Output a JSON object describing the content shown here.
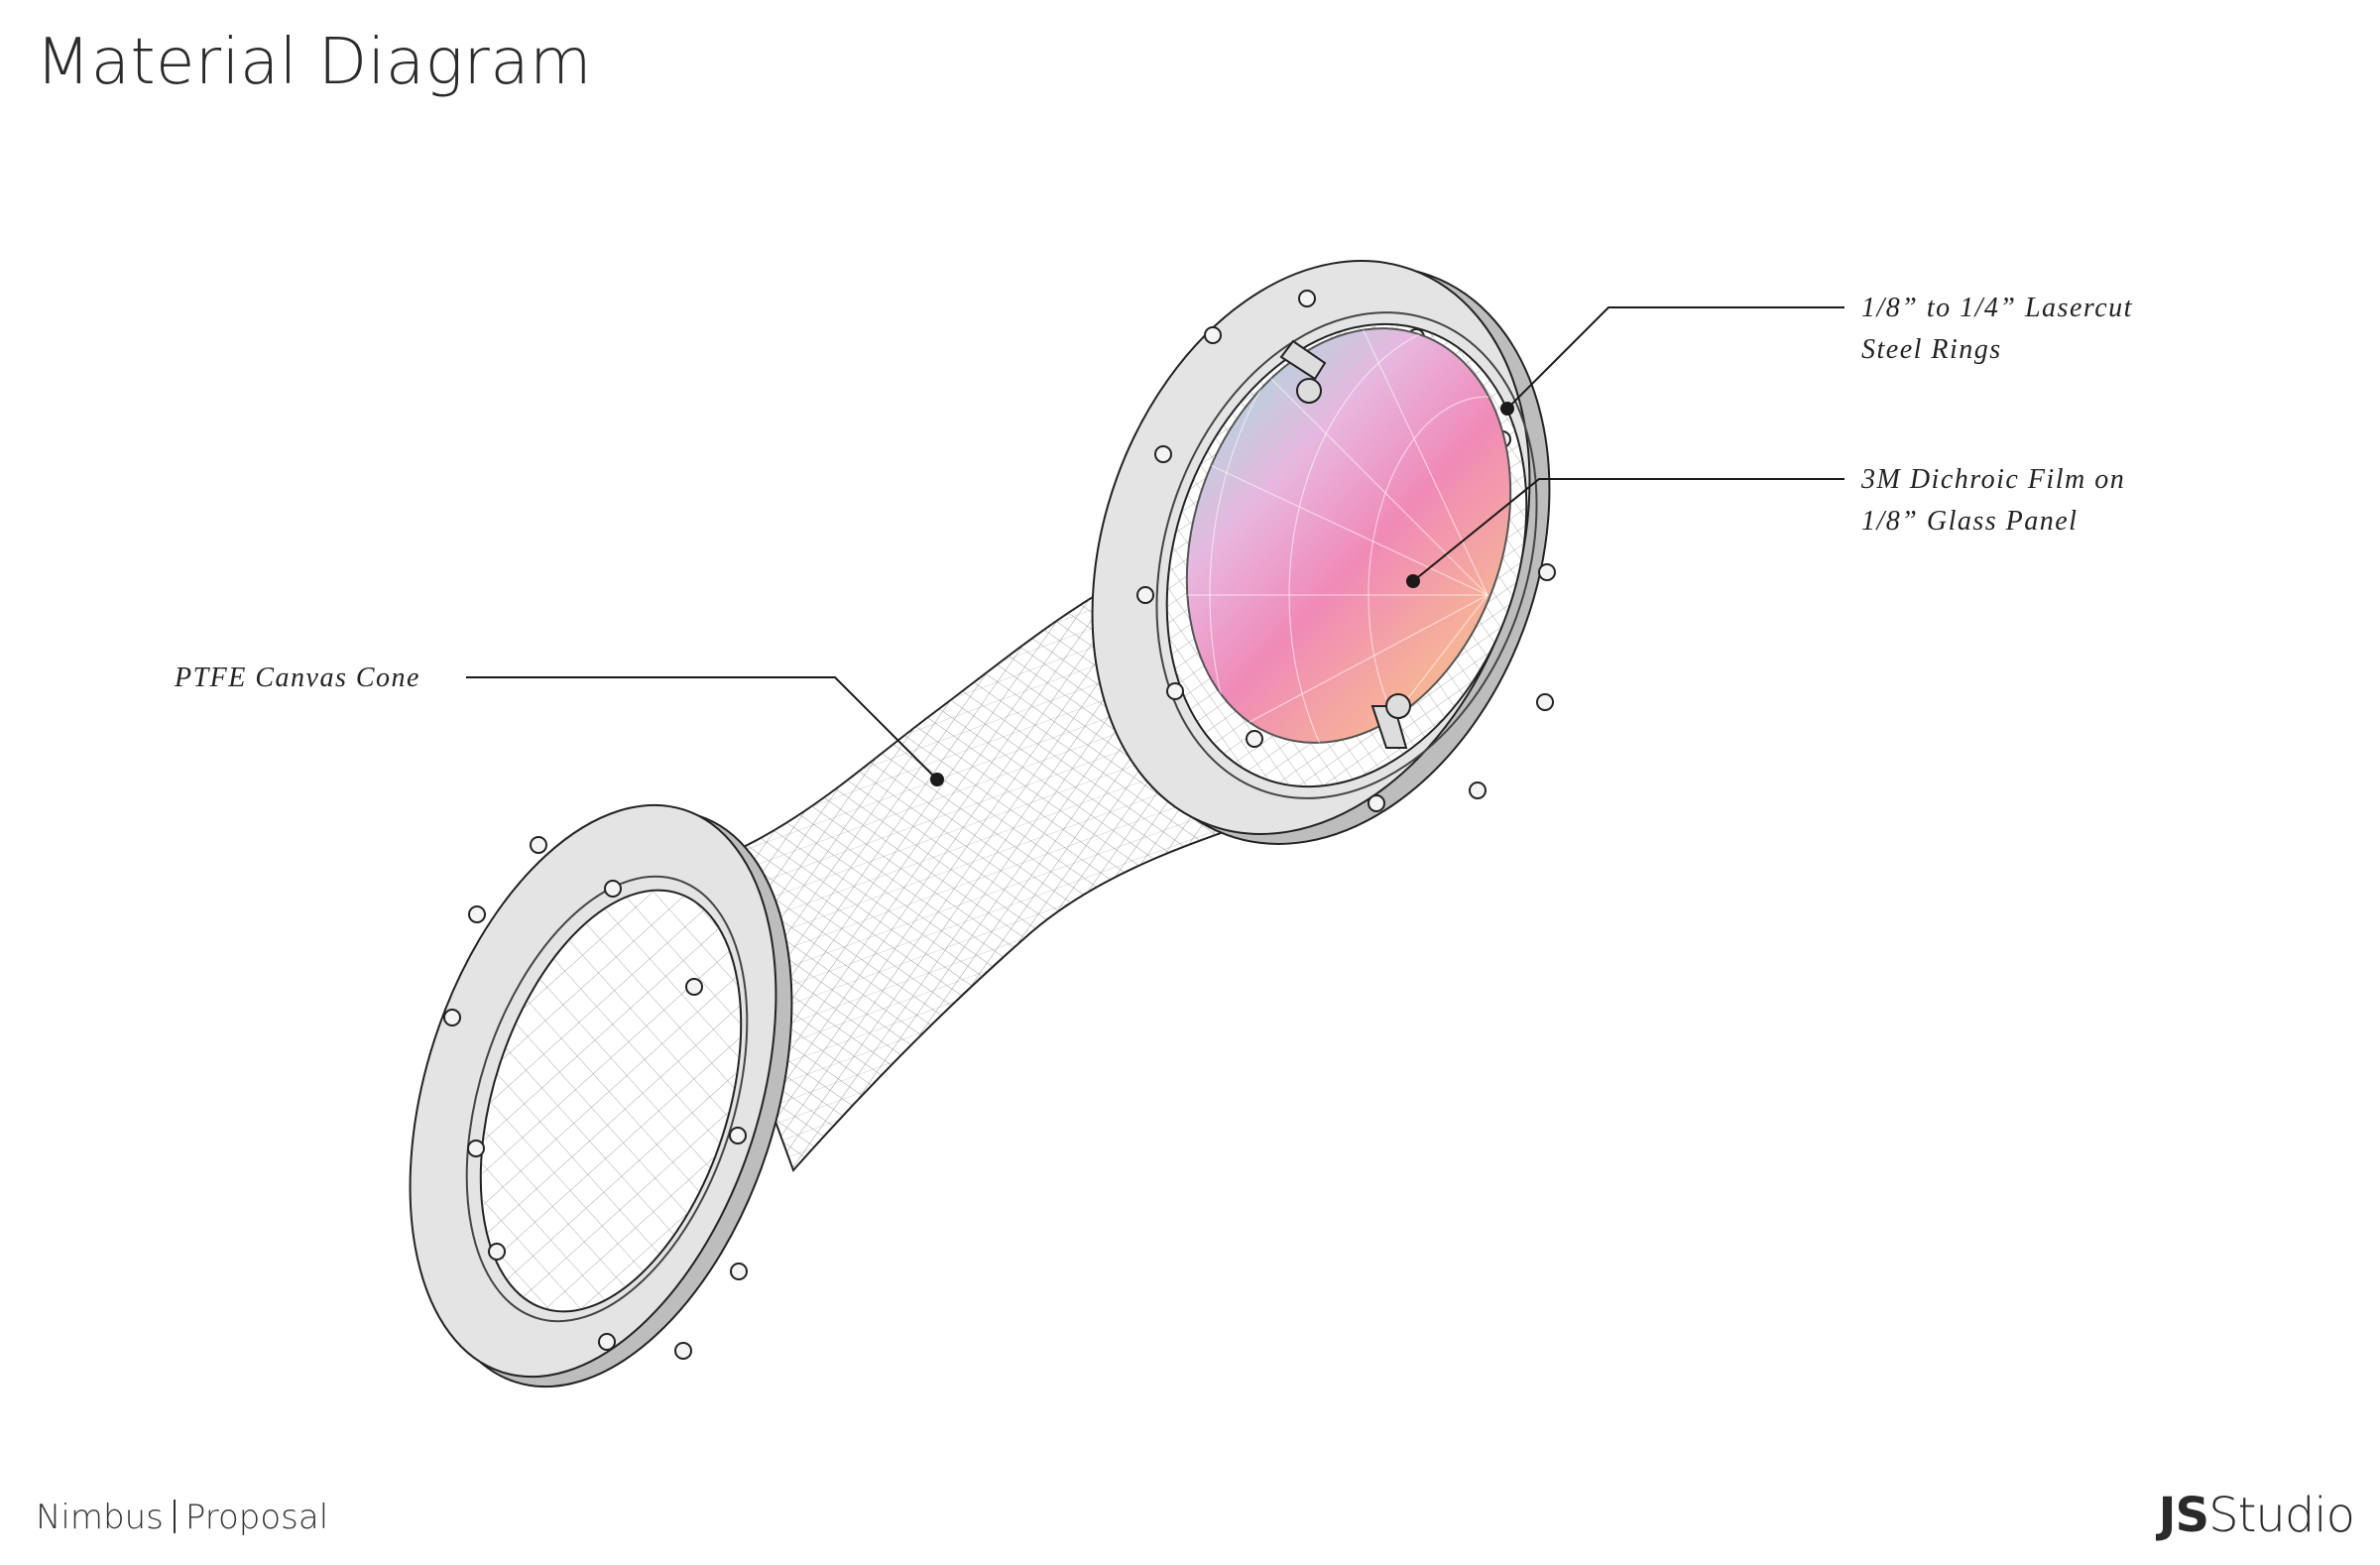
{
  "header": {
    "title": "Material Diagram"
  },
  "callouts": {
    "rings": {
      "line1": "1/8” to 1/4” Lasercut",
      "line2": "Steel Rings"
    },
    "film": {
      "line1": "3M Dichroic Film on",
      "line2": "1/8” Glass Panel"
    },
    "cone": {
      "line1": "PTFE Canvas Cone"
    }
  },
  "footer": {
    "project": "Nimbus",
    "doc_type": "Proposal"
  },
  "brand": {
    "bold": "JS",
    "light": "Studio"
  },
  "colors": {
    "steel": "#e4e4e4",
    "ink": "#1a1a1a",
    "film_pink": "#f08ab8",
    "film_teal": "#9fe0dc",
    "film_peach": "#f6b496"
  }
}
